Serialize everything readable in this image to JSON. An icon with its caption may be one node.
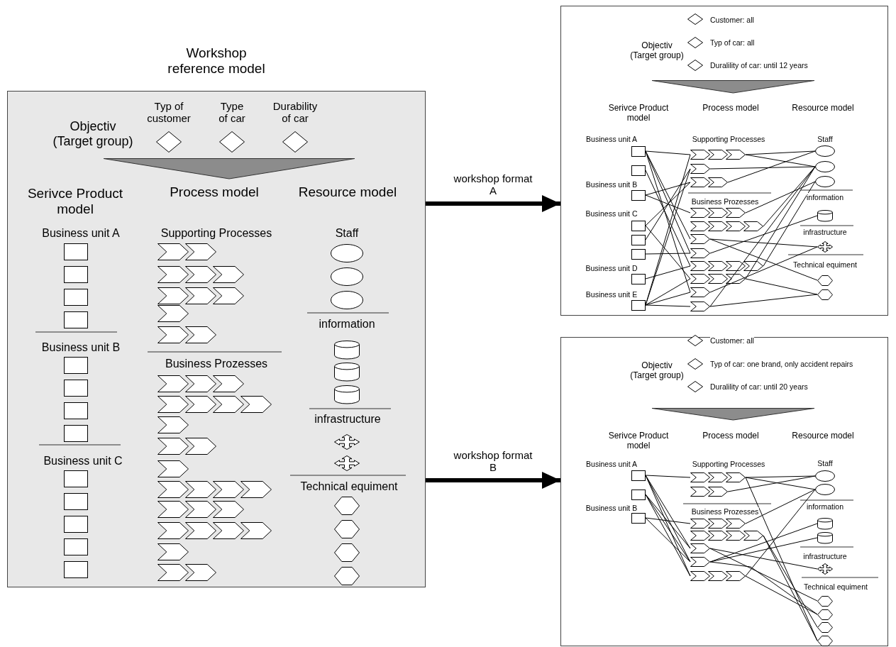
{
  "diagram": {
    "nodes": [
      {
        "text": [
          "Workshop reference model"
        ]
      },
      {
        "text": [],
        "shape": "box"
      },
      {
        "text": [],
        "shape": "box"
      },
      {
        "text": [],
        "shape": "box",
        "in": 1
      },
      {
        "text": [],
        "shape": "box",
        "in": 1
      },
      {
        "text": [],
        "shape": "box",
        "in": 1
      },
      {
        "text": [],
        "shape": "box",
        "in": 1
      },
      {
        "text": [],
        "shape": "box",
        "in": 1
      },
      {
        "text": [],
        "shape": "box",
        "in": 1
      },
      {
        "text": [],
        "shape": "box",
        "in": 1
      },
      {
        "text": [],
        "shape": "box",
        "in": 1
      },
      {
        "text": [],
        "shape": "chevron",
        "in": 1
      },
      {
        "text": [],
        "shape": "chevron",
        "in": 1
      },
      {
        "text": [],
        "shape": "chevron",
        "in": 1
      },
      {
        "text": [],
        "shape": "chevron",
        "in": 1
      },
      {
        "text": [],
        "shape": "chevron",
        "in": 1
      },
      {
        "text": [],
        "shape": "chevron",
        "in": 1
      },
      {
        "text": [],
        "shape": "chevron",
        "in": 1
      },
      {
        "text": [],
        "shape": "chevron",
        "in": 1
      },
      {
        "text": [],
        "shape": "chevron",
        "in": 1
      },
      {
        "text": [],
        "shape": "chevron",
        "in": 1
      },
      {
        "text": [],
        "shape": "chevron",
        "in": 1
      },
      {
        "text": [],
        "shape": "ellipse",
        "in": 1
      },
      {
        "text": [],
        "shape": "ellipse",
        "in": 1
      },
      {
        "text": [],
        "shape": "ellipse",
        "in": 1
      },
      {
        "text": [],
        "shape": "cylinder",
        "in": 1
      },
      {
        "text": [],
        "shape": "cross",
        "in": 1
      },
      {
        "text": [],
        "shape": "hexagon",
        "in": 1
      },
      {
        "text": [],
        "shape": "hexagon",
        "in": 1
      },
      {
        "text": [],
        "shape": "box",
        "in": 2
      },
      {
        "text": [],
        "shape": "box",
        "in": 2
      },
      {
        "text": [],
        "shape": "box",
        "in": 2
      },
      {
        "text": [],
        "shape": "chevron",
        "in": 2
      },
      {
        "text": [],
        "shape": "chevron",
        "in": 2
      },
      {
        "text": [],
        "shape": "chevron",
        "in": 2
      },
      {
        "text": [],
        "shape": "chevron",
        "in": 2
      },
      {
        "text": [],
        "shape": "chevron",
        "in": 2
      },
      {
        "text": [],
        "shape": "chevron",
        "in": 2
      },
      {
        "text": [],
        "shape": "chevron",
        "in": 2
      },
      {
        "text": [],
        "shape": "ellipse",
        "in": 2
      },
      {
        "text": [],
        "shape": "ellipse",
        "in": 2
      },
      {
        "text": [],
        "shape": "cylinder",
        "in": 2
      },
      {
        "text": [],
        "shape": "cylinder",
        "in": 2
      },
      {
        "text": [],
        "shape": "cross",
        "in": 2
      },
      {
        "text": [],
        "shape": "hexagon",
        "in": 2
      },
      {
        "text": [],
        "shape": "hexagon",
        "in": 2
      },
      {
        "text": [],
        "shape": "hexagon",
        "in": 2
      },
      {
        "text": [],
        "shape": "hexagon",
        "in": 2
      },
      {
        "text": [],
        "shape": "triangle",
        "in": 0
      },
      {
        "text": [],
        "shape": "triangle",
        "in": 1
      },
      {
        "text": [],
        "shape": "triangle",
        "in": 2
      }
    ],
    "edges": [
      {
        "from": 0,
        "to": 1,
        "arrow": "to",
        "style": "thick",
        "label": "workshop format A"
      },
      {
        "from": 0,
        "to": 2,
        "arrow": "to",
        "style": "thick",
        "label": "workshop format B"
      },
      {
        "from": 3,
        "to": 11,
        "arrow": "none"
      },
      {
        "from": 3,
        "to": 16,
        "arrow": "none"
      },
      {
        "from": 3,
        "to": 17,
        "arrow": "none"
      },
      {
        "from": 3,
        "to": 20,
        "arrow": "none"
      },
      {
        "from": 4,
        "to": 18,
        "arrow": "none"
      },
      {
        "from": 5,
        "to": 13,
        "arrow": "none"
      },
      {
        "from": 5,
        "to": 14,
        "arrow": "none"
      },
      {
        "from": 6,
        "to": 13,
        "arrow": "none"
      },
      {
        "from": 6,
        "to": 19,
        "arrow": "none"
      },
      {
        "from": 7,
        "to": 12,
        "arrow": "none"
      },
      {
        "from": 8,
        "to": 17,
        "arrow": "none"
      },
      {
        "from": 9,
        "to": 18,
        "arrow": "none"
      },
      {
        "from": 10,
        "to": 11,
        "arrow": "none"
      },
      {
        "from": 10,
        "to": 12,
        "arrow": "none"
      },
      {
        "from": 10,
        "to": 19,
        "arrow": "none"
      },
      {
        "from": 10,
        "to": 20,
        "arrow": "none"
      },
      {
        "from": 10,
        "to": 21,
        "arrow": "none"
      },
      {
        "from": 11,
        "to": 22,
        "arrow": "none"
      },
      {
        "from": 11,
        "to": 23,
        "arrow": "none"
      },
      {
        "from": 12,
        "to": 23,
        "arrow": "none"
      },
      {
        "from": 13,
        "to": 22,
        "arrow": "none"
      },
      {
        "from": 14,
        "to": 24,
        "arrow": "none"
      },
      {
        "from": 15,
        "to": 23,
        "arrow": "none"
      },
      {
        "from": 16,
        "to": 26,
        "arrow": "none"
      },
      {
        "from": 16,
        "to": 27,
        "arrow": "none"
      },
      {
        "from": 17,
        "to": 25,
        "arrow": "none"
      },
      {
        "from": 18,
        "to": 24,
        "arrow": "none"
      },
      {
        "from": 19,
        "to": 23,
        "arrow": "none"
      },
      {
        "from": 19,
        "to": 28,
        "arrow": "none"
      },
      {
        "from": 20,
        "to": 26,
        "arrow": "none"
      },
      {
        "from": 21,
        "to": 28,
        "arrow": "none"
      },
      {
        "from": 21,
        "to": 23,
        "arrow": "none"
      },
      {
        "from": 29,
        "to": 32,
        "arrow": "none"
      },
      {
        "from": 29,
        "to": 36,
        "arrow": "none"
      },
      {
        "from": 29,
        "to": 37,
        "arrow": "none"
      },
      {
        "from": 29,
        "to": 38,
        "arrow": "none"
      },
      {
        "from": 30,
        "to": 36,
        "arrow": "none"
      },
      {
        "from": 30,
        "to": 37,
        "arrow": "none"
      },
      {
        "from": 30,
        "to": 38,
        "arrow": "none"
      },
      {
        "from": 31,
        "to": 34,
        "arrow": "none"
      },
      {
        "from": 31,
        "to": 37,
        "arrow": "none"
      },
      {
        "from": 32,
        "to": 39,
        "arrow": "none"
      },
      {
        "from": 32,
        "to": 40,
        "arrow": "none"
      },
      {
        "from": 32,
        "to": 47,
        "arrow": "none"
      },
      {
        "from": 33,
        "to": 39,
        "arrow": "none"
      },
      {
        "from": 34,
        "to": 40,
        "arrow": "none"
      },
      {
        "from": 35,
        "to": 46,
        "arrow": "none"
      },
      {
        "from": 35,
        "to": 47,
        "arrow": "none"
      },
      {
        "from": 36,
        "to": 43,
        "arrow": "none"
      },
      {
        "from": 36,
        "to": 44,
        "arrow": "none"
      },
      {
        "from": 37,
        "to": 41,
        "arrow": "none"
      },
      {
        "from": 37,
        "to": 42,
        "arrow": "none"
      },
      {
        "from": 37,
        "to": 45,
        "arrow": "none"
      },
      {
        "from": 38,
        "to": 40,
        "arrow": "none"
      },
      {
        "from": 38,
        "to": 45,
        "arrow": "none"
      }
    ],
    "labels": [
      "Objectiv (Target group)",
      "Typ of customer",
      "Type of car",
      "Durability of car",
      "Serivce Product model",
      "Process model",
      "Resource model",
      "Business unit A",
      "Supporting Processes",
      "Staff",
      "information",
      "Business unit B",
      "Business Prozesses",
      "infrastructure",
      "Business unit C",
      "Technical equiment",
      "Customer: all",
      "Objectiv (Target group)",
      "Typ of car: all",
      "Duralility of car: until 12 years",
      "Serivce Product model",
      "Process model",
      "Resource model",
      "Business unit A",
      "Supporting Processes",
      "Staff",
      "Business unit B",
      "Business Prozesses",
      "information",
      "Business unit C",
      "infrastructure",
      "Business unit D",
      "Technical equiment",
      "Business unit E",
      "Customer: all",
      "Objectiv (Target group)",
      "Typ of car: one brand, only accident repairs",
      "Duralility of car: until 20 years",
      "Serivce Product model",
      "Process model",
      "Resource model",
      "Business unit A",
      "Supporting Processes",
      "Staff",
      "Business unit B",
      "Business Prozesses",
      "information",
      "infrastructure",
      "Technical equiment"
    ]
  }
}
